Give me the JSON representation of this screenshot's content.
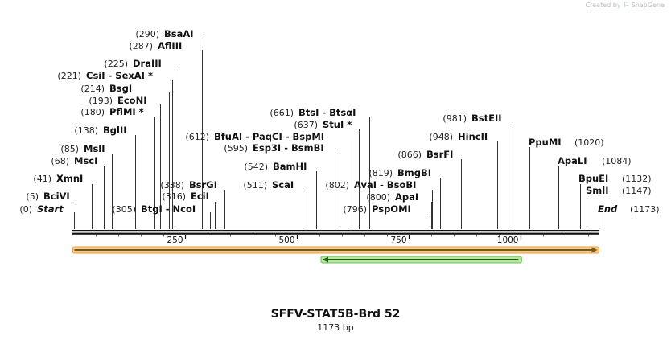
{
  "watermark": {
    "text": "Created by",
    "brand": "SnapGene"
  },
  "map": {
    "name": "SFFV-STAT5B-Brd 52",
    "length_label": "1173 bp",
    "length": 1173,
    "scale_ticks": [
      250,
      500,
      750,
      1000
    ],
    "sites": [
      {
        "pos": "(0)",
        "bp": 0,
        "name": "Start",
        "italic": true
      },
      {
        "pos": "(5)",
        "bp": 5,
        "name": "BciVI"
      },
      {
        "pos": "(41)",
        "bp": 41,
        "name": "XmnI"
      },
      {
        "pos": "(68)",
        "bp": 68,
        "name": "MscI"
      },
      {
        "pos": "(85)",
        "bp": 85,
        "name": "MslI"
      },
      {
        "pos": "(138)",
        "bp": 138,
        "name": "BglII"
      },
      {
        "pos": "(180)",
        "bp": 180,
        "name": "PflMI *"
      },
      {
        "pos": "(193)",
        "bp": 193,
        "name": "EcoNI"
      },
      {
        "pos": "(214)",
        "bp": 214,
        "name": "BsgI"
      },
      {
        "pos": "(221)",
        "bp": 221,
        "name": "CsiI  -  SexAI *"
      },
      {
        "pos": "(225)",
        "bp": 225,
        "name": "DraIII"
      },
      {
        "pos": "(287)",
        "bp": 287,
        "name": "AflIII"
      },
      {
        "pos": "(290)",
        "bp": 290,
        "name": "BsaAI"
      },
      {
        "pos": "(305)",
        "bp": 305,
        "name": "BtgI  -  NcoI"
      },
      {
        "pos": "(316)",
        "bp": 316,
        "name": "EciI"
      },
      {
        "pos": "(338)",
        "bp": 338,
        "name": "BsrGI"
      },
      {
        "pos": "(511)",
        "bp": 511,
        "name": "ScaI"
      },
      {
        "pos": "(542)",
        "bp": 542,
        "name": "BamHI"
      },
      {
        "pos": "(595)",
        "bp": 595,
        "name": "Esp3I  -  BsmBI"
      },
      {
        "pos": "(612)",
        "bp": 612,
        "name": "BfuAI  -  PaqCI  -  BspMI"
      },
      {
        "pos": "(637)",
        "bp": 637,
        "name": "StuI *"
      },
      {
        "pos": "(661)",
        "bp": 661,
        "name": "BtsI  -  BtsαI"
      },
      {
        "pos": "(796)",
        "bp": 796,
        "name": "PspOMI"
      },
      {
        "pos": "(800)",
        "bp": 800,
        "name": "ApaI"
      },
      {
        "pos": "(802)",
        "bp": 802,
        "name": "AvaI  -  BsoBI"
      },
      {
        "pos": "(819)",
        "bp": 819,
        "name": "BmgBI"
      },
      {
        "pos": "(866)",
        "bp": 866,
        "name": "BsrFI"
      },
      {
        "pos": "(948)",
        "bp": 948,
        "name": "HincII"
      },
      {
        "pos": "(981)",
        "bp": 981,
        "name": "BstEII"
      },
      {
        "pos": "(1020)",
        "bp": 1020,
        "name": "PpuMI"
      },
      {
        "pos": "(1084)",
        "bp": 1084,
        "name": "ApaLI"
      },
      {
        "pos": "(1132)",
        "bp": 1132,
        "name": "BpuEI"
      },
      {
        "pos": "(1147)",
        "bp": 1147,
        "name": "SmlI"
      },
      {
        "pos": "(1173)",
        "bp": 1173,
        "name": "End",
        "italic": true
      }
    ],
    "features": [
      {
        "start": 0,
        "end": 1173,
        "direction": "forward",
        "fill": "#f4c890",
        "stroke": "#e8a040",
        "arrow": "#7a5a10"
      },
      {
        "start": 555,
        "end": 1000,
        "direction": "reverse",
        "fill": "#b8e6a0",
        "stroke": "#6cc050",
        "arrow": "#1a6010"
      }
    ]
  }
}
